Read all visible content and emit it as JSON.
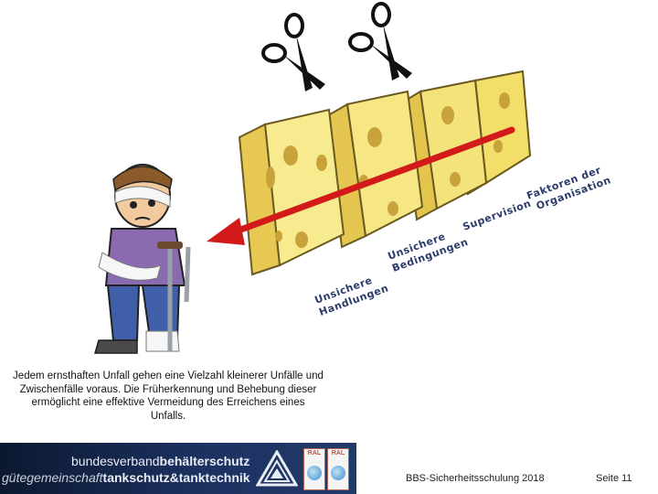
{
  "illustration": {
    "layer_labels": [
      {
        "line1": "Unsichere",
        "line2": "Handlungen"
      },
      {
        "line1": "Unsichere",
        "line2": "Bedingungen"
      },
      {
        "line1": "Supervision",
        "line2": ""
      },
      {
        "line1": "Faktoren der",
        "line2": "Organisation"
      }
    ]
  },
  "caption": "Jedem ernsthaften Unfall gehen eine Vielzahl kleinerer Unfälle und Zwischenfälle voraus. Die Früherkennung und Behebung dieser ermöglicht eine effektive Vermeidung des Erreichens eines Unfalls.",
  "banner": {
    "line1_regular": "bundesverband",
    "line1_bold": "behälterschutz",
    "line2_regular": "gütegemeinschaft",
    "line2_bold": "tankschutz&tanktechnik",
    "badge1": "RAL",
    "badge2": "RAL"
  },
  "footer": {
    "title": "BBS-Sicherheitsschulung 2018",
    "page": "Seite 11"
  }
}
